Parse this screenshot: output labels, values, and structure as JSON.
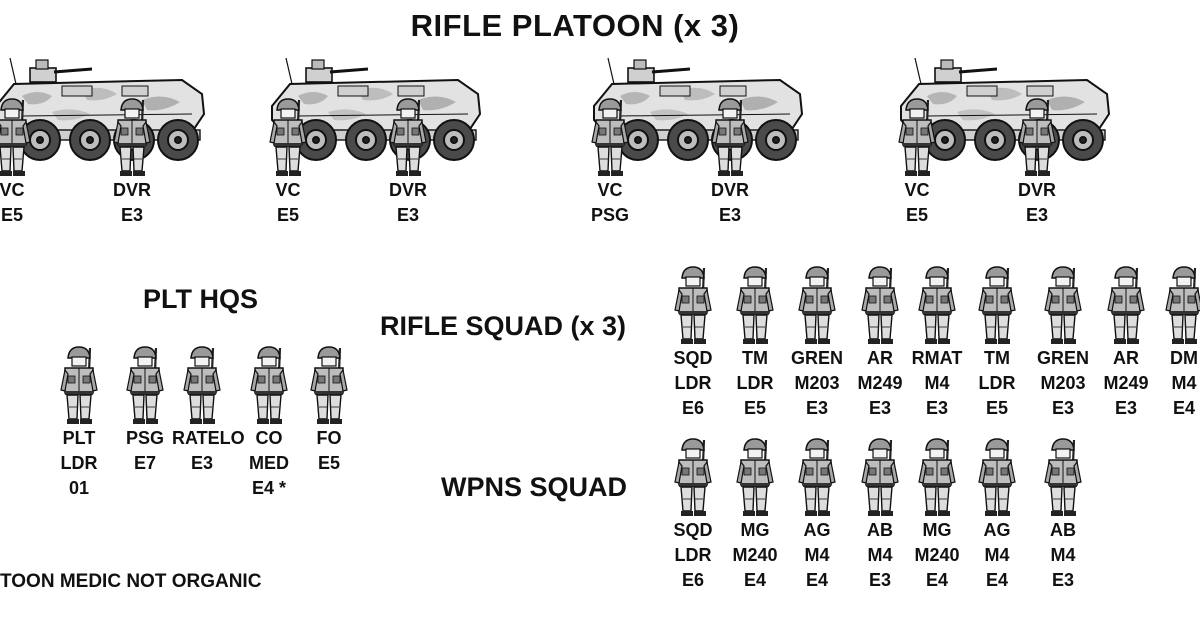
{
  "title": "RIFLE PLATOON (x 3)",
  "vehicles": [
    {
      "crew": [
        {
          "label": "VC\nE5"
        },
        {
          "label": "DVR\nE3"
        }
      ]
    },
    {
      "crew": [
        {
          "label": "VC\nE5"
        },
        {
          "label": "DVR\nE3"
        }
      ]
    },
    {
      "crew": [
        {
          "label": "VC\nPSG"
        },
        {
          "label": "DVR\nE3"
        }
      ]
    },
    {
      "crew": [
        {
          "label": "VC\nE5"
        },
        {
          "label": "DVR\nE3"
        }
      ]
    }
  ],
  "plt_hqs": {
    "title": "PLT HQS",
    "members": [
      {
        "label": "PLT\nLDR\n01"
      },
      {
        "label": "PSG\nE7"
      },
      {
        "label": "RATELO\nE3"
      },
      {
        "label": "CO\nMED\nE4 *"
      },
      {
        "label": "FO\nE5"
      }
    ]
  },
  "rifle_squad": {
    "title": "RIFLE SQUAD (x 3)",
    "members": [
      {
        "label": "SQD\nLDR\nE6"
      },
      {
        "label": "TM\nLDR\nE5"
      },
      {
        "label": "GREN\nM203\nE3"
      },
      {
        "label": "AR\nM249\nE3"
      },
      {
        "label": "RMAT\nM4\nE3"
      },
      {
        "label": "TM\nLDR\nE5"
      },
      {
        "label": "GREN\nM203\nE3"
      },
      {
        "label": "AR\nM249\nE3"
      },
      {
        "label": "DM\nM4\nE4"
      }
    ]
  },
  "wpns_squad": {
    "title": "WPNS SQUAD",
    "members": [
      {
        "label": "SQD\nLDR\nE6"
      },
      {
        "label": "MG\nM240\nE4"
      },
      {
        "label": "AG\nM4\nE4"
      },
      {
        "label": "AB\nM4\nE3"
      },
      {
        "label": "MG\nM240\nE4"
      },
      {
        "label": "AG\nM4\nE4"
      },
      {
        "label": "AB\nM4\nE3"
      }
    ]
  },
  "note": "TOON MEDIC NOT ORGANIC"
}
